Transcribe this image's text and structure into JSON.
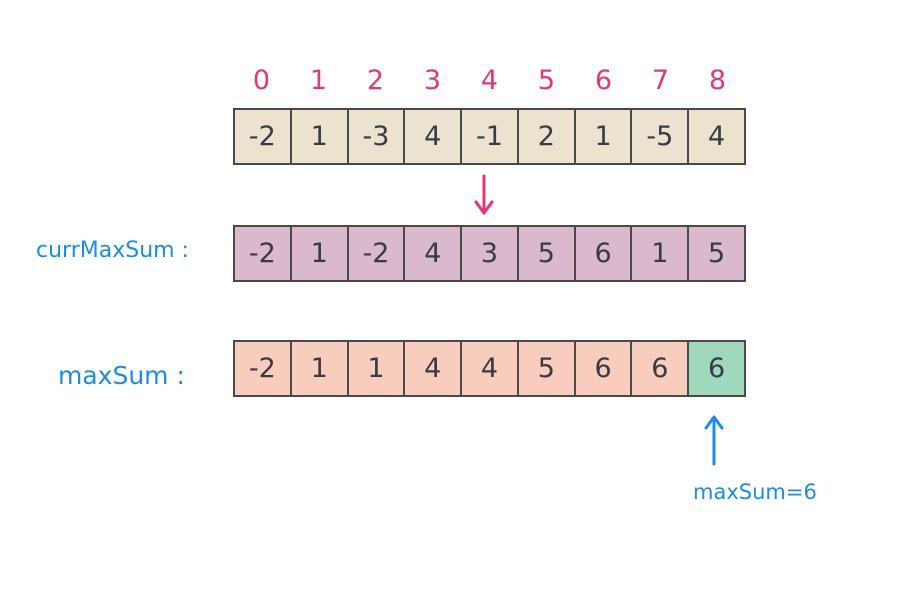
{
  "indices": [
    "0",
    "1",
    "2",
    "3",
    "4",
    "5",
    "6",
    "7",
    "8"
  ],
  "input_values": [
    "-2",
    "1",
    "-3",
    "4",
    "-1",
    "2",
    "1",
    "-5",
    "4"
  ],
  "curr_max_sum": {
    "label": "currMaxSum :",
    "values": [
      "-2",
      "1",
      "-2",
      "4",
      "3",
      "5",
      "6",
      "1",
      "5"
    ]
  },
  "max_sum": {
    "label": "maxSum :",
    "values": [
      "-2",
      "1",
      "1",
      "4",
      "4",
      "5",
      "6",
      "6",
      "6"
    ],
    "highlight_index": 8
  },
  "result_note": "maxSum=6",
  "colors": {
    "index_text": "#e6357a",
    "label_text": "#1a8de6",
    "input_fill": "#ebe2cf",
    "curr_fill": "#dab9cd",
    "max_fill": "#f9cdbd",
    "best_fill": "#9fd8bd",
    "down_arrow": "#e6357a",
    "up_arrow": "#1a8de6"
  }
}
